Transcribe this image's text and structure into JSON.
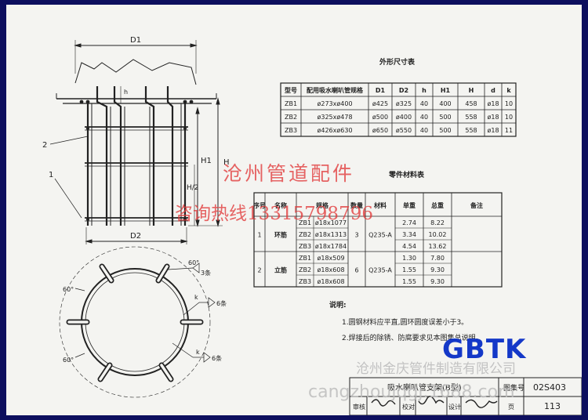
{
  "drawing": {
    "dim_d1": "D1",
    "dim_d2": "D2",
    "dim_h": "H",
    "dim_h1": "H1",
    "dim_h2": "H/2",
    "dim_h_small": "h",
    "callout_1": "1",
    "callout_2": "2",
    "angle_top": "60°",
    "angle_left_upper": "60°",
    "angle_left_lower": "60°",
    "weld_k_1": "k",
    "weld_k_2": "k",
    "weld_note_3": "3条",
    "weld_note_6a": "6条",
    "weld_note_6b": "6条"
  },
  "dimension_table": {
    "title": "外形尺寸表",
    "headers": [
      "型号",
      "配用吸水喇叭管规格",
      "D1",
      "D2",
      "h",
      "H1",
      "H",
      "d",
      "k"
    ],
    "rows": [
      [
        "ZB1",
        "ø273xø400",
        "ø425",
        "ø325",
        "40",
        "400",
        "458",
        "ø18",
        "10"
      ],
      [
        "ZB2",
        "ø325xø478",
        "ø500",
        "ø400",
        "40",
        "500",
        "558",
        "ø18",
        "10"
      ],
      [
        "ZB3",
        "ø426xø630",
        "ø650",
        "ø550",
        "40",
        "500",
        "558",
        "ø18",
        "11"
      ]
    ]
  },
  "parts_table": {
    "title": "零件材料表",
    "headers": [
      "序号",
      "名称",
      "规格",
      "数量",
      "材料",
      "单重",
      "总重",
      "备注"
    ],
    "groups": [
      {
        "no": "1",
        "name": "环筋",
        "qty": "3",
        "material": "Q235-A",
        "rows": [
          [
            "ZB1",
            "ø18x1077",
            "2.74",
            "8.22"
          ],
          [
            "ZB2",
            "ø18x1313",
            "3.34",
            "10.02"
          ],
          [
            "ZB3",
            "ø18x1784",
            "4.54",
            "13.62"
          ]
        ]
      },
      {
        "no": "2",
        "name": "立筋",
        "qty": "6",
        "material": "Q235-A",
        "rows": [
          [
            "ZB1",
            "ø18x509",
            "1.30",
            "7.80"
          ],
          [
            "ZB2",
            "ø18x608",
            "1.55",
            "9.30"
          ],
          [
            "ZB3",
            "ø18x608",
            "1.55",
            "9.30"
          ]
        ]
      }
    ]
  },
  "notes": {
    "title": "说明:",
    "items": [
      "1.圆钢材料应平直,圆环圆度误差小于3。",
      "2.焊接后的除锈、防腐要求见本图集总说明。"
    ]
  },
  "title_block": {
    "drawing_title": "吸水喇叭管支架(B型)",
    "atlas_label": "图集号",
    "atlas_no": "02S403",
    "review_label": "审核",
    "check_label": "校对",
    "design_label": "设计",
    "page_label": "页",
    "page_no": "113"
  },
  "watermarks": {
    "line1": "沧州管道配件",
    "line2": "咨询热线13315798796",
    "company": "沧州金庆管件制造有限公司",
    "site": "cangzhoujqgj.1688.com",
    "logo": "GBTK"
  },
  "colors": {
    "border": "#0d0f5e",
    "paper": "#f4f4f1",
    "watermark_red": "#e23a3a",
    "logo_blue": "#1438c8"
  }
}
